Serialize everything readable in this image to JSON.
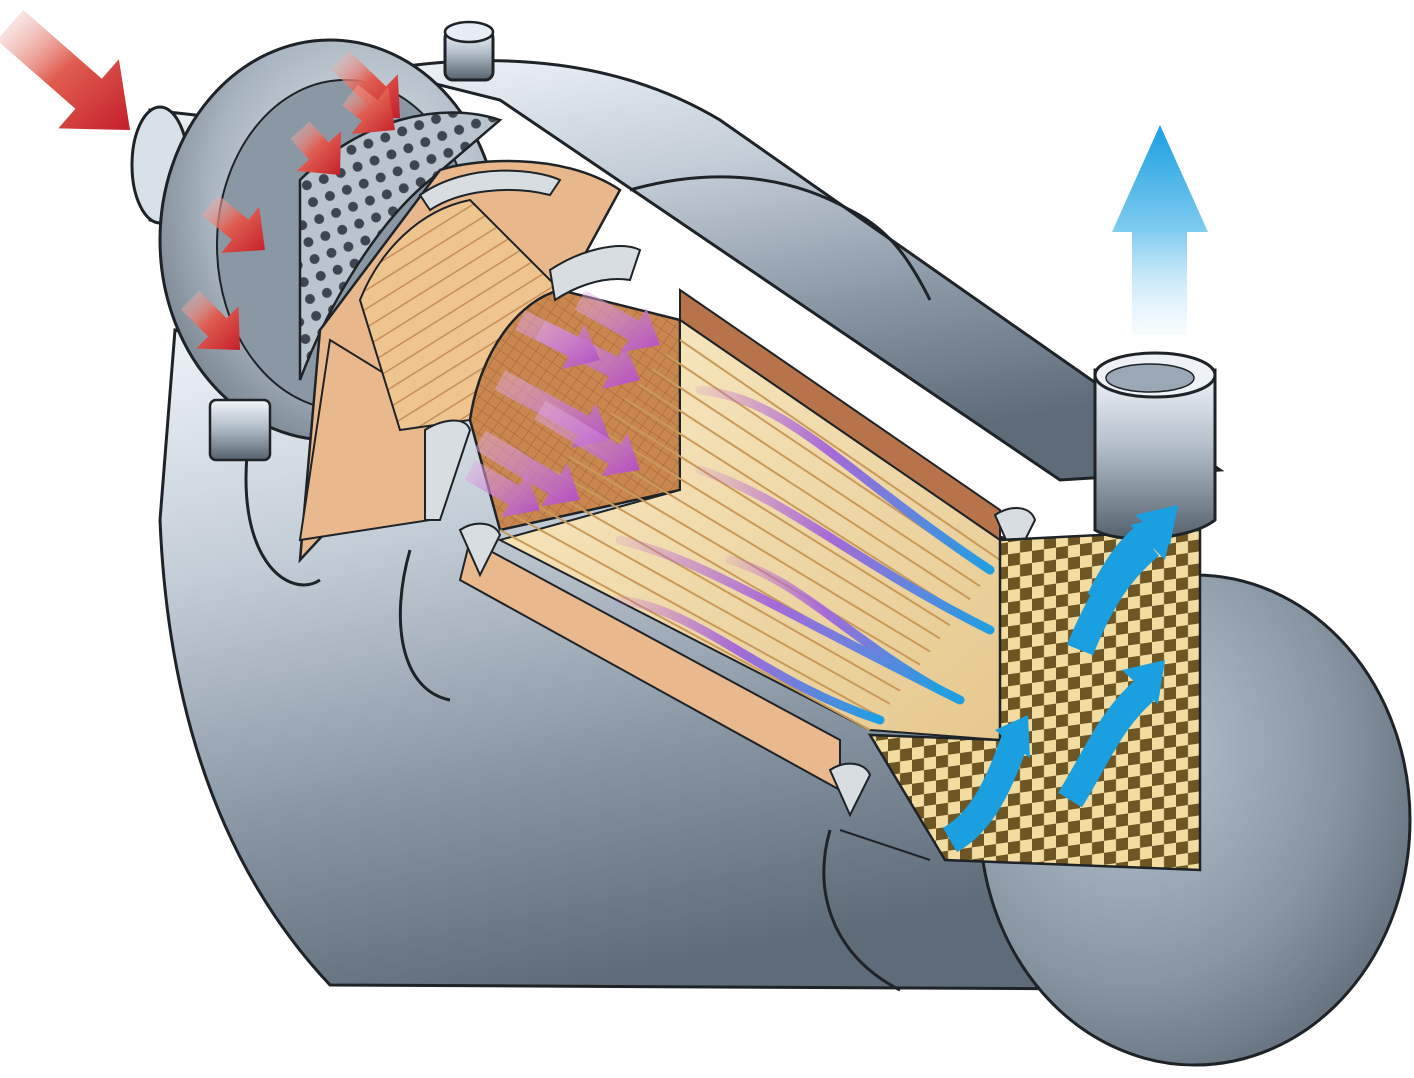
{
  "diagram": {
    "subject": "exhaust-aftertreatment-cutaway",
    "flows": {
      "inlet": {
        "direction": "in"
      },
      "catalyst": {
        "direction": "through"
      },
      "filter": {
        "direction": "through"
      },
      "outlet": {
        "direction": "out"
      }
    },
    "colors": {
      "background": "#ffffff",
      "shell_light": "#e4ebf2",
      "shell_mid": "#aab6c3",
      "shell_dark": "#5e6b78",
      "outline": "#1e2328",
      "inlet_arrow": "#c8202b",
      "inlet_arrow_fade": "#f0c8c2",
      "catalyst_flow": "#b85cc8",
      "outlet_arrow": "#1a9fe0",
      "outlet_arrow_fade": "#dff2fc",
      "catalyst_mat": "#e8b88c",
      "catalyst_face": "#c9864e",
      "channel_light": "#f8e7bd",
      "channel_dark": "#d9b06f",
      "checker_dark": "#6e5524",
      "checker_light": "#f2dca0",
      "insulation": "#d8dde2"
    },
    "icons": {
      "inlet_arrow": "red-flow-arrow",
      "outlet_arrow": "blue-flow-arrow",
      "catalyst_arrow": "purple-flow-arrow",
      "filter_arrow": "curved-blue-arrow"
    }
  }
}
